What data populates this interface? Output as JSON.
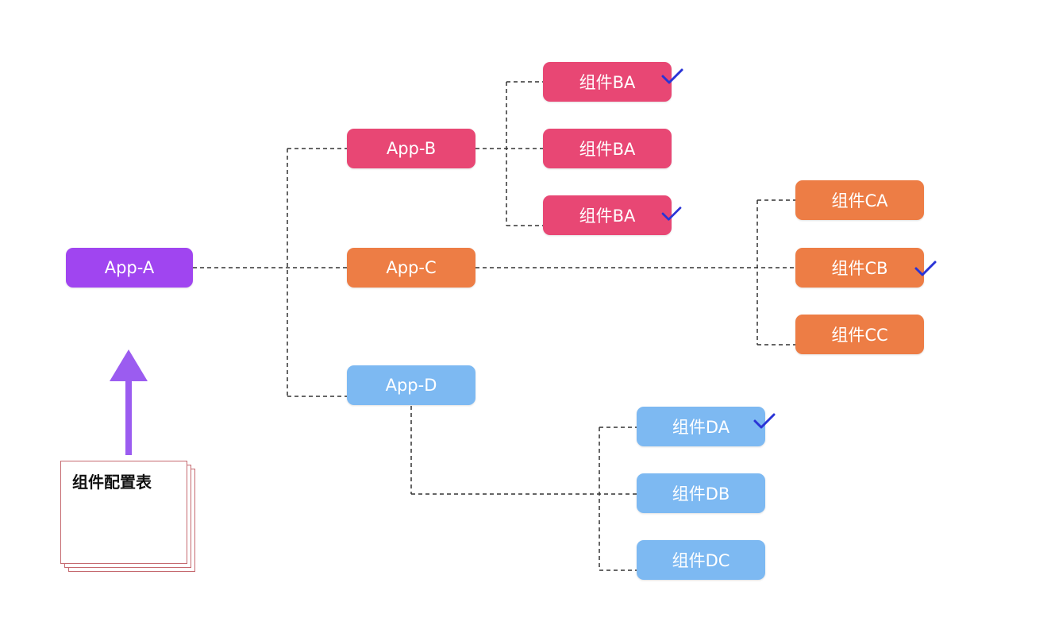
{
  "colors": {
    "purple": "#a045f0",
    "pink": "#e84774",
    "orange": "#ed7d45",
    "blue": "#7db9f2",
    "check": "#2a34d6",
    "arrow": "#9b5cf0",
    "connector": "#333333"
  },
  "nodes": {
    "app_a": "App-A",
    "app_b": "App-B",
    "app_c": "App-C",
    "app_d": "App-D",
    "b_children": [
      "组件BA",
      "组件BA",
      "组件BA"
    ],
    "c_children": [
      "组件CA",
      "组件CB",
      "组件CC"
    ],
    "d_children": [
      "组件DA",
      "组件DB",
      "组件DC"
    ]
  },
  "checked": [
    "b1",
    "b3",
    "c2",
    "d1"
  ],
  "config_table": {
    "title": "组件配置表"
  },
  "icons": {
    "checkmark": "checkmark-icon",
    "arrow": "arrow-up-icon"
  }
}
